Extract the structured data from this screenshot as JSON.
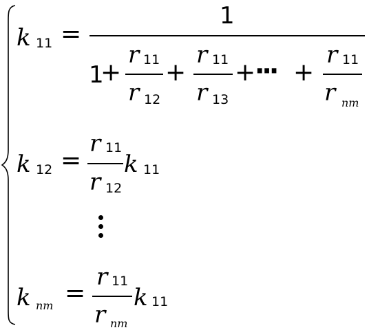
{
  "equation": {
    "row1": {
      "lhs_var": "k",
      "lhs_sub": "11",
      "eq": "=",
      "numerator": "1",
      "one": "1",
      "plus": "+",
      "terms": [
        {
          "num_var": "r",
          "num_sub": "11",
          "den_var": "r",
          "den_sub": "12"
        },
        {
          "num_var": "r",
          "num_sub": "11",
          "den_var": "r",
          "den_sub": "13"
        },
        {
          "num_var": "r",
          "num_sub": "11",
          "den_var": "r",
          "den_sub": "nm"
        }
      ],
      "ellipsis": "···"
    },
    "row2": {
      "lhs_var": "k",
      "lhs_sub": "12",
      "eq": "=",
      "num_var": "r",
      "num_sub": "11",
      "den_var": "r",
      "den_sub": "12",
      "tail_var": "k",
      "tail_sub": "11"
    },
    "vdots": "⋮",
    "row3": {
      "lhs_var": "k",
      "lhs_sub": "nm",
      "eq": "=",
      "num_var": "r",
      "num_sub": "11",
      "den_var": "r",
      "den_sub": "nm",
      "tail_var": "k",
      "tail_sub": "11"
    }
  }
}
